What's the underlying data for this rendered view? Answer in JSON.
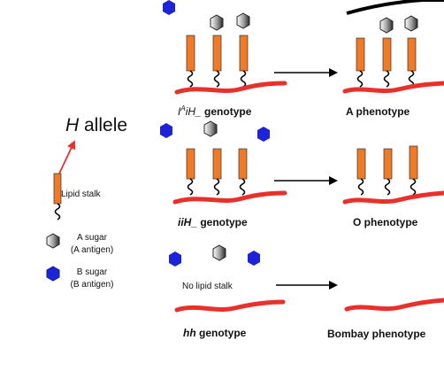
{
  "legend": {
    "h_allele_italic": "H",
    "h_allele_text": " allele",
    "lipid_stalk": "Lipid stalk",
    "a_sugar_line1": "A sugar",
    "a_sugar_line2": "(A antigen)",
    "b_sugar_line1": "B sugar",
    "b_sugar_line2": "(B antigen)"
  },
  "rows": [
    {
      "genotype_prefix": "I",
      "genotype_sup": "A",
      "genotype_italic": "iH_",
      "genotype_suffix": "  genotype",
      "phenotype": "A   phenotype"
    },
    {
      "genotype_italic": "iiH_",
      "genotype_suffix": " genotype",
      "phenotype": "O phenotype"
    },
    {
      "note": "No lipid stalk",
      "genotype_italic": "hh",
      "genotype_suffix": " genotype",
      "phenotype": "Bombay phenotype"
    }
  ],
  "colors": {
    "stalk": "#f07a26",
    "membrane": "#e8312a",
    "b_sugar": "#1d23d6",
    "a_sugar": "#8f8f8f",
    "arrow_red": "#e8312a"
  }
}
